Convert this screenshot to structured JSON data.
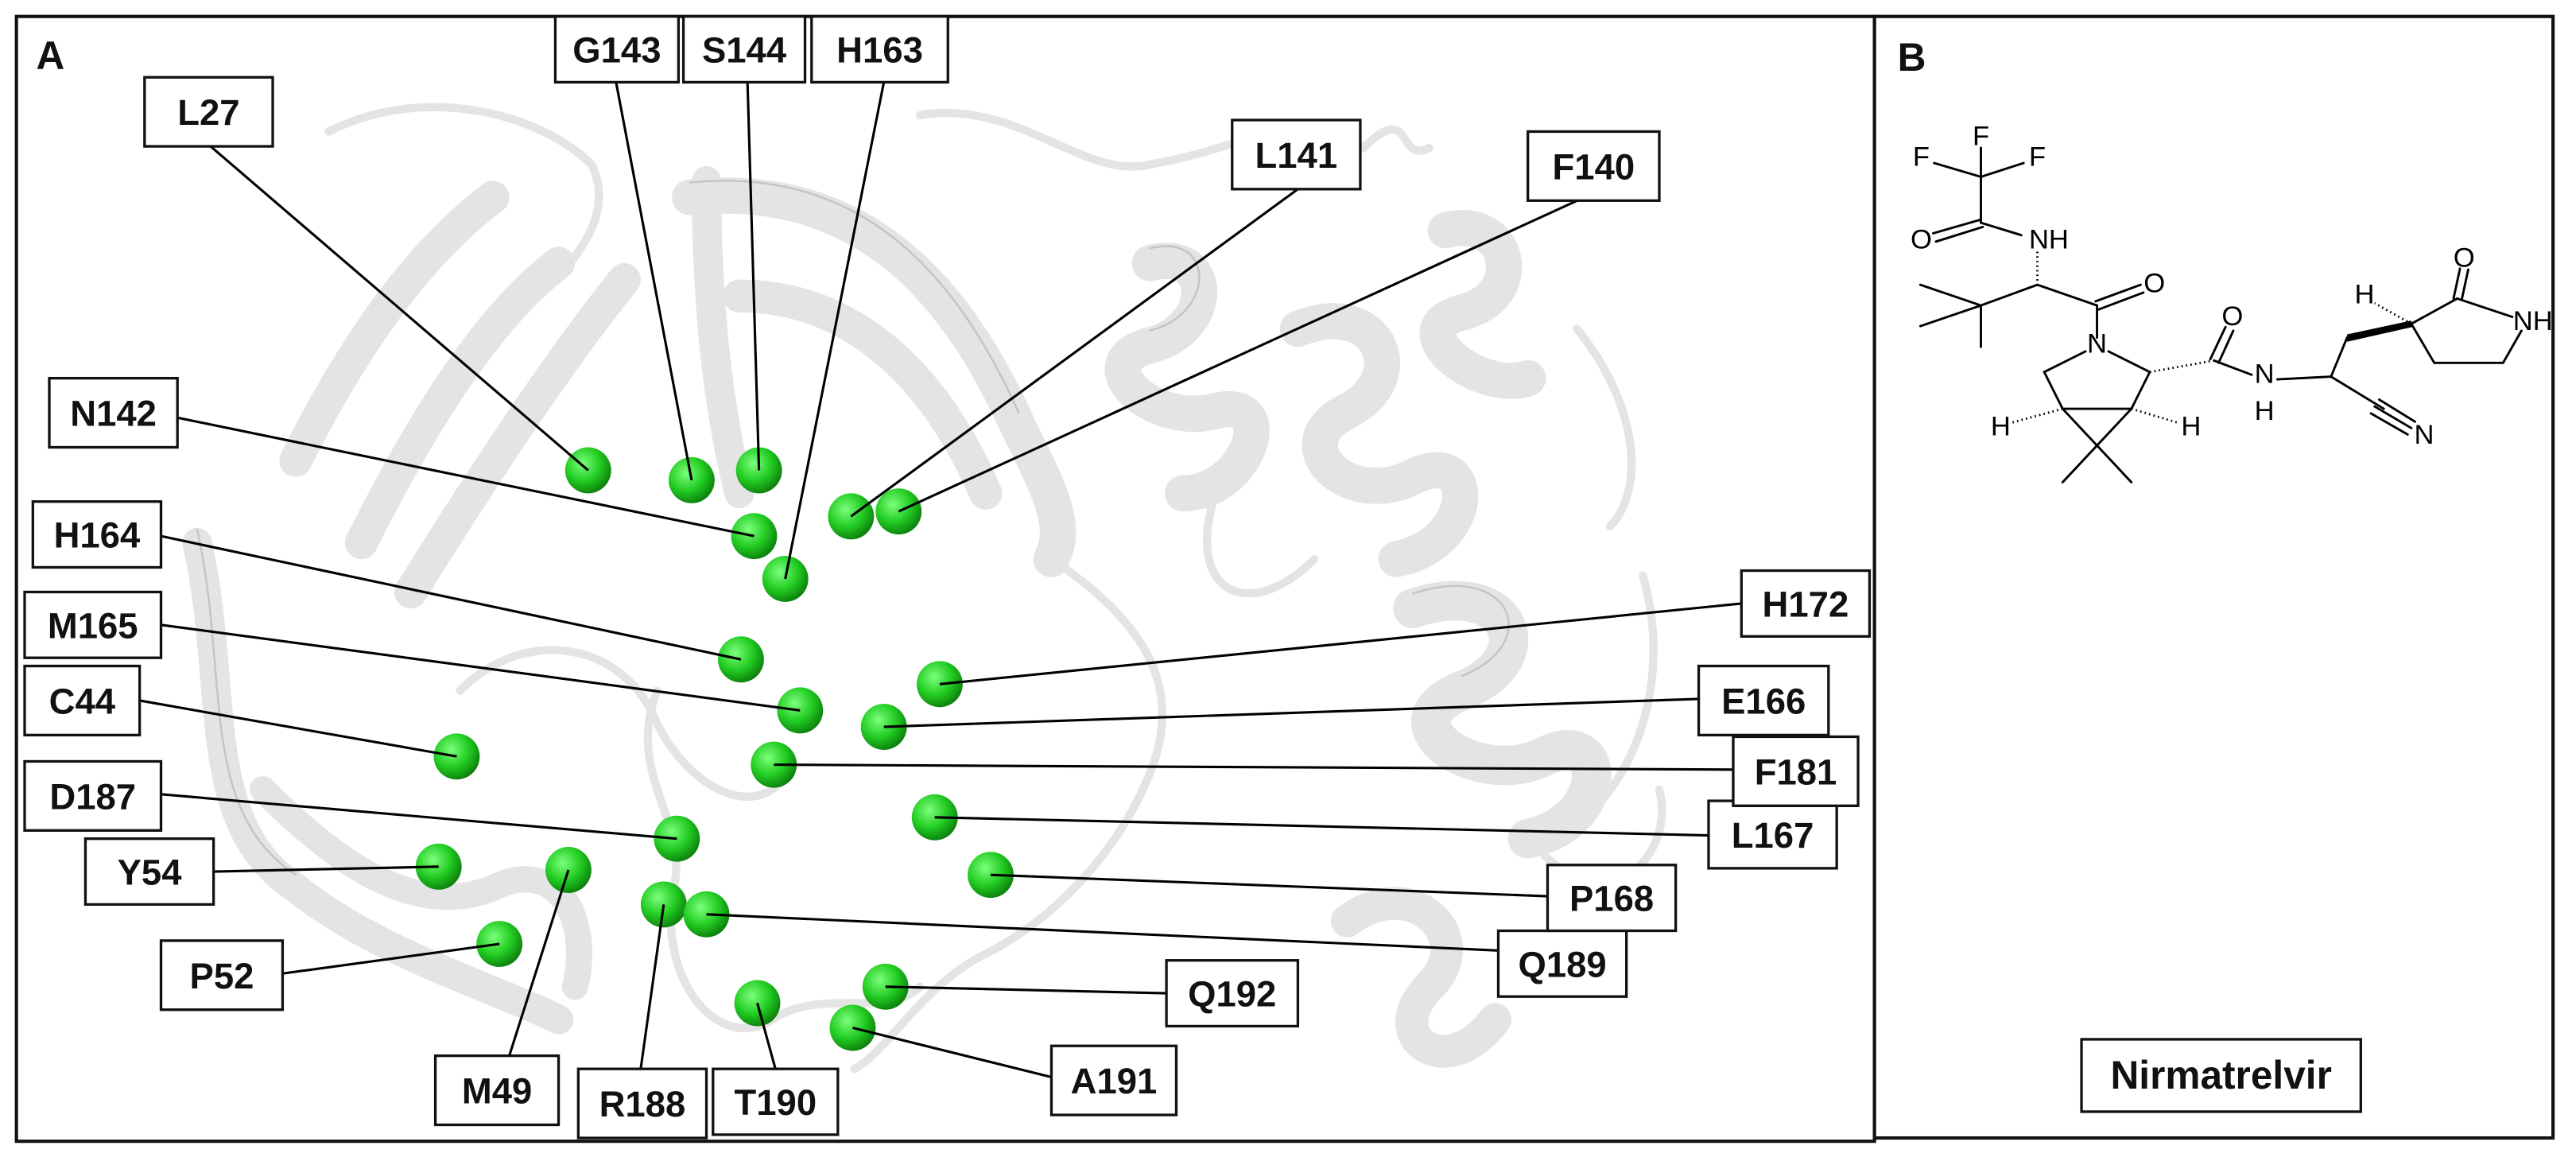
{
  "panel_a": {
    "letter": "A",
    "sphere_color": "#22cc22",
    "residues": [
      {
        "label": "L27"
      },
      {
        "label": "G143"
      },
      {
        "label": "S144"
      },
      {
        "label": "H163"
      },
      {
        "label": "L141"
      },
      {
        "label": "F140"
      },
      {
        "label": "N142"
      },
      {
        "label": "H164"
      },
      {
        "label": "M165"
      },
      {
        "label": "C44"
      },
      {
        "label": "D187"
      },
      {
        "label": "Y54"
      },
      {
        "label": "P52"
      },
      {
        "label": "M49"
      },
      {
        "label": "R188"
      },
      {
        "label": "T190"
      },
      {
        "label": "A191"
      },
      {
        "label": "Q192"
      },
      {
        "label": "Q189"
      },
      {
        "label": "P168"
      },
      {
        "label": "L167"
      },
      {
        "label": "F181"
      },
      {
        "label": "E166"
      },
      {
        "label": "H172"
      }
    ]
  },
  "panel_b": {
    "letter": "B",
    "compound_name": "Nirmatrelvir",
    "atoms": {
      "F": "F",
      "O": "O",
      "N": "N",
      "NH": "NH",
      "H": "H"
    }
  }
}
